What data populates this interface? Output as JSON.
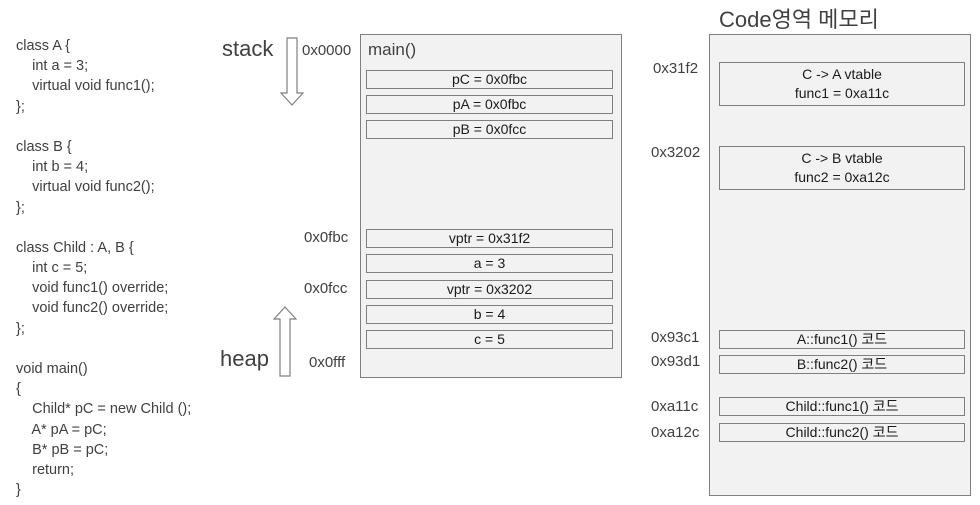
{
  "code": {
    "lines": [
      "class A {",
      "    int a = 3;",
      "    virtual void func1();",
      "};",
      "",
      "class B {",
      "    int b = 4;",
      "    virtual void func2();",
      "};",
      "",
      "class Child : A, B {",
      "    int c = 5;",
      "    void func1() override;",
      "    void func2() override;",
      "};",
      "",
      "void main()",
      "{",
      "    Child* pC = new Child ();",
      "    A* pA = pC;",
      "    B* pB = pC;",
      "    return;",
      "}"
    ]
  },
  "stack": {
    "label": "stack",
    "heap_label": "heap",
    "frame_title": "main()",
    "addresses": {
      "top": "0x0000",
      "vptr_a": "0x0fbc",
      "vptr_b": "0x0fcc",
      "bottom": "0x0fff"
    },
    "locals": [
      "pC = 0x0fbc",
      "pA = 0x0fbc",
      "pB = 0x0fcc"
    ],
    "heap_object": [
      "vptr = 0x31f2",
      "a = 3",
      "vptr = 0x3202",
      "b = 4",
      "c = 5"
    ]
  },
  "code_memory": {
    "title": "Code영역 메모리",
    "vtables": [
      {
        "address": "0x31f2",
        "line1": "C -> A vtable",
        "line2": "func1 = 0xa11c"
      },
      {
        "address": "0x3202",
        "line1": "C -> B vtable",
        "line2": "func2 = 0xa12c"
      }
    ],
    "functions": [
      {
        "address": "0x93c1",
        "label": "A::func1() 코드"
      },
      {
        "address": "0x93d1",
        "label": "B::func2() 코드"
      },
      {
        "address": "0xa11c",
        "label": "Child::func1() 코드"
      },
      {
        "address": "0xa12c",
        "label": "Child::func2() 코드"
      }
    ]
  }
}
